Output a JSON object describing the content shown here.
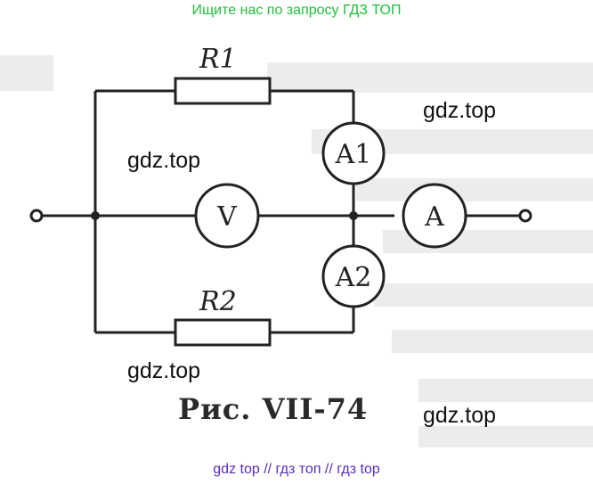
{
  "banner_top": "Ищите нас по запросу ГДЗ ТОП",
  "banner_bottom": "gdz top  //  гдз топ  //  гдз top",
  "watermarks": [
    "gdz.top",
    "gdz.top",
    "gdz.top",
    "gdz.top"
  ],
  "components": {
    "r1": "R1",
    "r2": "R2",
    "voltmeter": "V",
    "ammeter_main": "A",
    "ammeter_1": "A1",
    "ammeter_2": "A2"
  },
  "caption": "Рис.  VII-74",
  "colors": {
    "banner_top": "#1fbf3a",
    "banner_bottom": "#5a2dbf",
    "line": "#222222"
  }
}
